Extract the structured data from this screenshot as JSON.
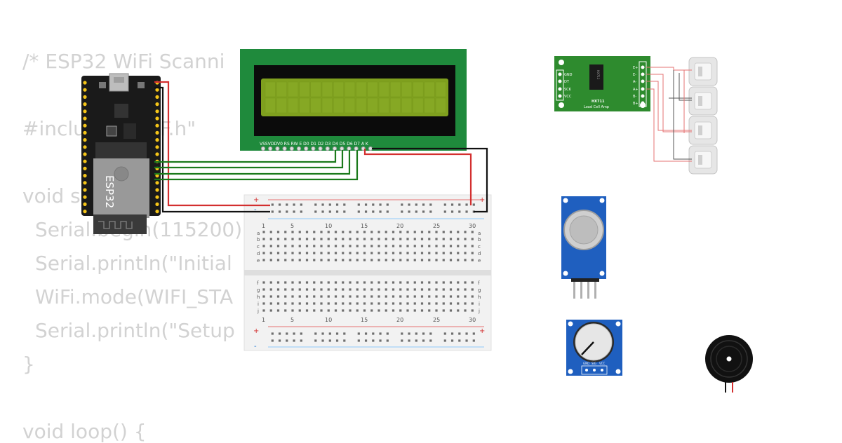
{
  "code_lines": [
    "/* ESP32 WiFi Scanni",
    "#inclu",
    "F.h\"",
    "void s",
    "Serial.begin(115200)",
    "Serial.println(\"Initial",
    "WiFi.mode(WIFI_STA",
    "Serial.println(\"Setup",
    "}",
    "void loop() {"
  ],
  "esp32": {
    "chip_label": "ESP32"
  },
  "lcd": {
    "pin_labels": "VSSVDDV0 RS RW E  D0 D1 D2 D3 D4 D5 D6 D7 A  K"
  },
  "hx711": {
    "title": "HX711",
    "subtitle": "Load Cell Amp",
    "left_pins": [
      "GND",
      "DT",
      "SCK",
      "VCC"
    ],
    "right_pins": [
      "E+",
      "E-",
      "A-",
      "A+",
      "B-",
      "B+"
    ]
  },
  "breadboard": {
    "col_numbers": [
      "1",
      "5",
      "10",
      "15",
      "20",
      "25",
      "30"
    ],
    "row_letters_top": [
      "a",
      "b",
      "c",
      "d",
      "e"
    ],
    "row_letters_bottom": [
      "f",
      "g",
      "h",
      "i",
      "j"
    ],
    "plus": "+",
    "minus": "-"
  },
  "potentiometer": {
    "pin_labels": [
      "GND",
      "SIG",
      "VCC"
    ]
  },
  "colors": {
    "wire_red": "#d32f2f",
    "wire_green": "#1b7a1b",
    "wire_black": "#111111",
    "lcd_pcb": "#1f8a3c",
    "lcd_screen": "#7fa01e",
    "hx711_pcb": "#2e8b2e",
    "sensor_blue": "#1f5fbf"
  }
}
